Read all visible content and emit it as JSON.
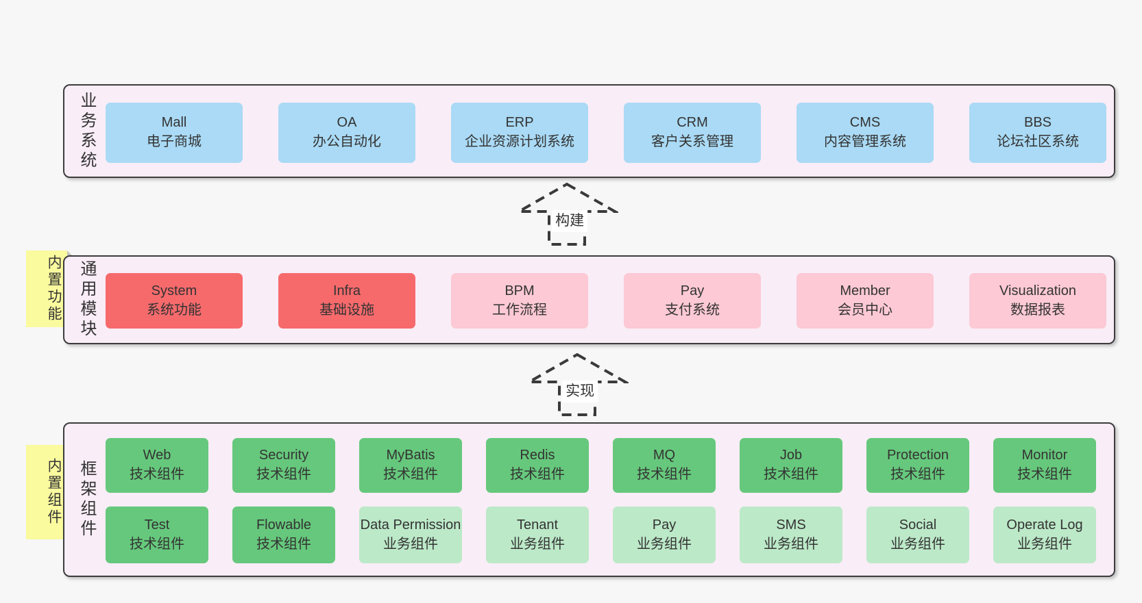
{
  "colors": {
    "page_bg": "#f7f7f7",
    "panel_bg": "#f9edf7",
    "panel_border": "#3c3c3c",
    "box_blue": "#aadaf5",
    "box_red": "#f66a6c",
    "box_pink": "#fcc9d4",
    "box_green": "#66c87c",
    "box_light_green": "#bce9c8",
    "note_yellow": "#fafa9e",
    "note_fold": "#c4c4c4",
    "text": "#333333",
    "arrow": "#3a3a3a"
  },
  "layers": [
    {
      "title_vertical": "业务系统",
      "boxes": [
        {
          "name": "Mall",
          "desc": "电子商城"
        },
        {
          "name": "OA",
          "desc": "办公自动化"
        },
        {
          "name": "ERP",
          "desc": "企业资源计划系统"
        },
        {
          "name": "CRM",
          "desc": "客户关系管理"
        },
        {
          "name": "CMS",
          "desc": "内容管理系统"
        },
        {
          "name": "BBS",
          "desc": "论坛社区系统"
        }
      ]
    },
    {
      "title_vertical": "通用模块",
      "note": "内置功能",
      "boxes": [
        {
          "name": "System",
          "desc": "系统功能"
        },
        {
          "name": "Infra",
          "desc": "基础设施"
        },
        {
          "name": "BPM",
          "desc": "工作流程"
        },
        {
          "name": "Pay",
          "desc": "支付系统"
        },
        {
          "name": "Member",
          "desc": "会员中心"
        },
        {
          "name": "Visualization",
          "desc": "数据报表"
        }
      ]
    },
    {
      "title_vertical": "框架组件",
      "note": "内置组件",
      "boxes_row1": [
        {
          "name": "Web",
          "desc": "技术组件"
        },
        {
          "name": "Security",
          "desc": "技术组件"
        },
        {
          "name": "MyBatis",
          "desc": "技术组件"
        },
        {
          "name": "Redis",
          "desc": "技术组件"
        },
        {
          "name": "MQ",
          "desc": "技术组件"
        },
        {
          "name": "Job",
          "desc": "技术组件"
        },
        {
          "name": "Protection",
          "desc": "技术组件"
        },
        {
          "name": "Monitor",
          "desc": "技术组件"
        }
      ],
      "boxes_row2": [
        {
          "name": "Test",
          "desc": "技术组件"
        },
        {
          "name": "Flowable",
          "desc": "技术组件"
        },
        {
          "name": "Data Permission",
          "desc": "业务组件"
        },
        {
          "name": "Tenant",
          "desc": "业务组件"
        },
        {
          "name": "Pay",
          "desc": "业务组件"
        },
        {
          "name": "SMS",
          "desc": "业务组件"
        },
        {
          "name": "Social",
          "desc": "业务组件"
        },
        {
          "name": "Operate Log",
          "desc": "业务组件"
        }
      ]
    }
  ],
  "arrows": [
    {
      "label": "构建"
    },
    {
      "label": "实现"
    }
  ]
}
